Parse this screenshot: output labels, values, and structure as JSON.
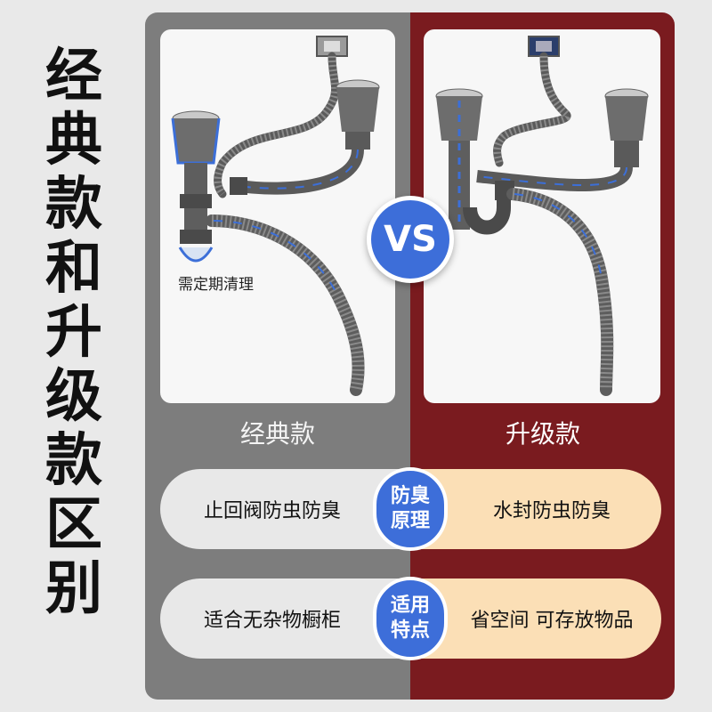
{
  "title_chars": [
    "经",
    "典",
    "款",
    "和",
    "升",
    "级",
    "款",
    "区",
    "别"
  ],
  "left": {
    "name": "经典款",
    "note": "需定期清理",
    "feature1": "止回阀防虫防臭",
    "feature2": "适合无杂物橱柜"
  },
  "right": {
    "name": "升级款",
    "feature1": "水封防虫防臭",
    "feature2": "省空间 可存放物品"
  },
  "vs": "VS",
  "badge1": [
    "防臭",
    "原理"
  ],
  "badge2": [
    "适用",
    "特点"
  ],
  "colors": {
    "left_panel": "#7d7d7d",
    "right_panel": "#7a1b1f",
    "badge_blue": "#3d6ed9",
    "right_pill": "#fbdfb6"
  }
}
